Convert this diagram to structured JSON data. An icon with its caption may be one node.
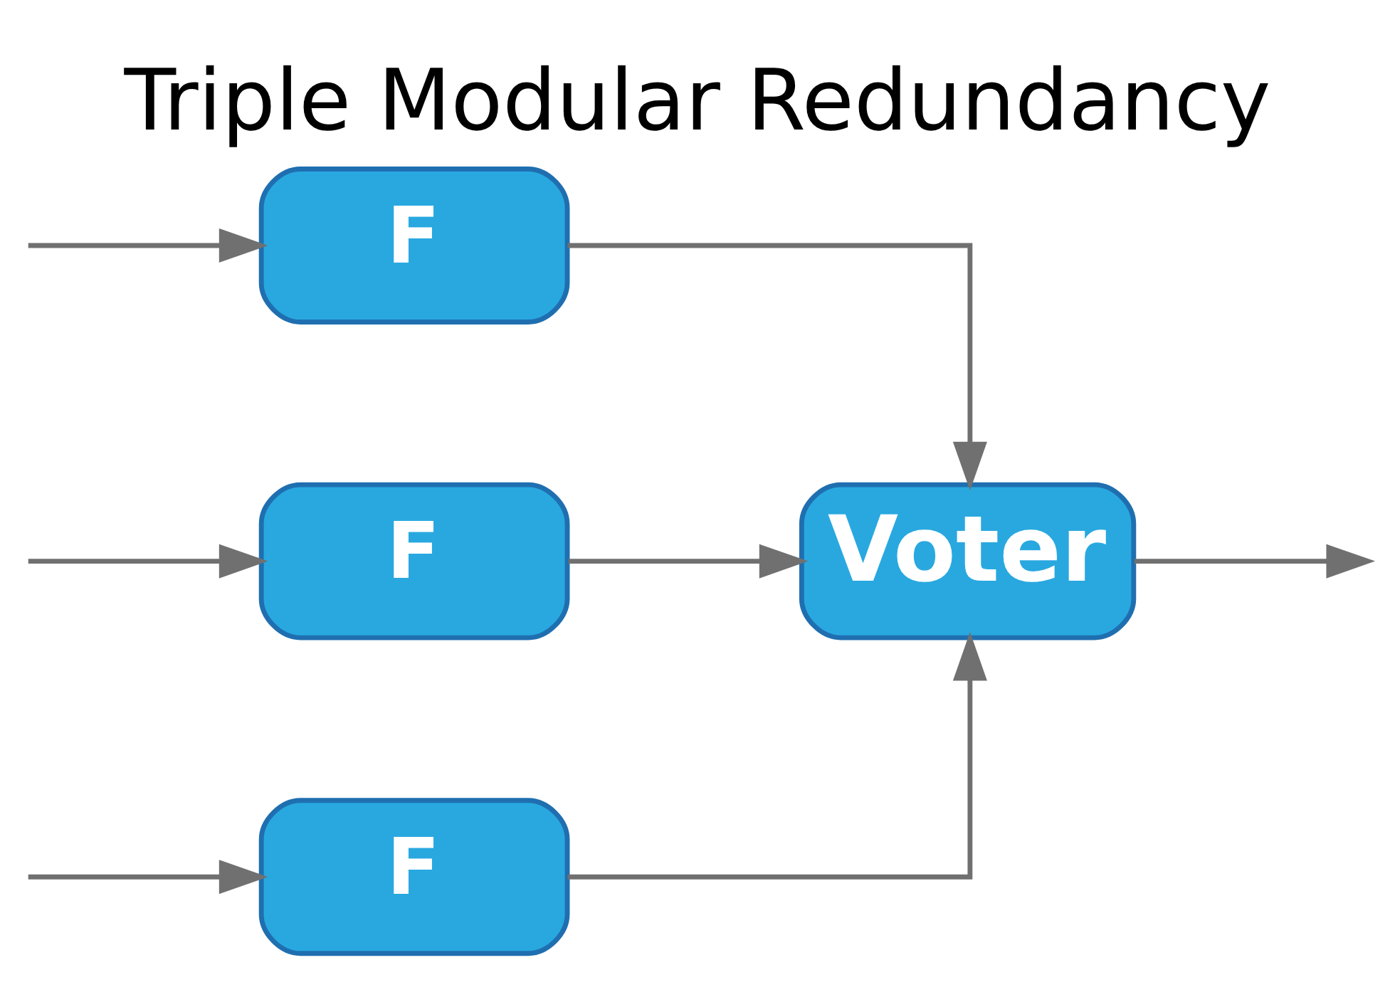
{
  "diagram": {
    "title": "Triple Modular Redundancy",
    "nodes": [
      {
        "text": [
          "F"
        ]
      },
      {
        "text": [
          "F"
        ]
      },
      {
        "text": [
          "F"
        ]
      },
      {
        "text": [
          "Voter"
        ]
      }
    ],
    "edges": [
      {
        "from": null,
        "to": 0,
        "arrow": "to"
      },
      {
        "from": null,
        "to": 1,
        "arrow": "to"
      },
      {
        "from": null,
        "to": 2,
        "arrow": "to"
      },
      {
        "from": 0,
        "to": 3,
        "arrow": "to"
      },
      {
        "from": 1,
        "to": 3,
        "arrow": "to"
      },
      {
        "from": 2,
        "to": 3,
        "arrow": "to"
      },
      {
        "from": 3,
        "to": null,
        "arrow": "to"
      }
    ]
  }
}
